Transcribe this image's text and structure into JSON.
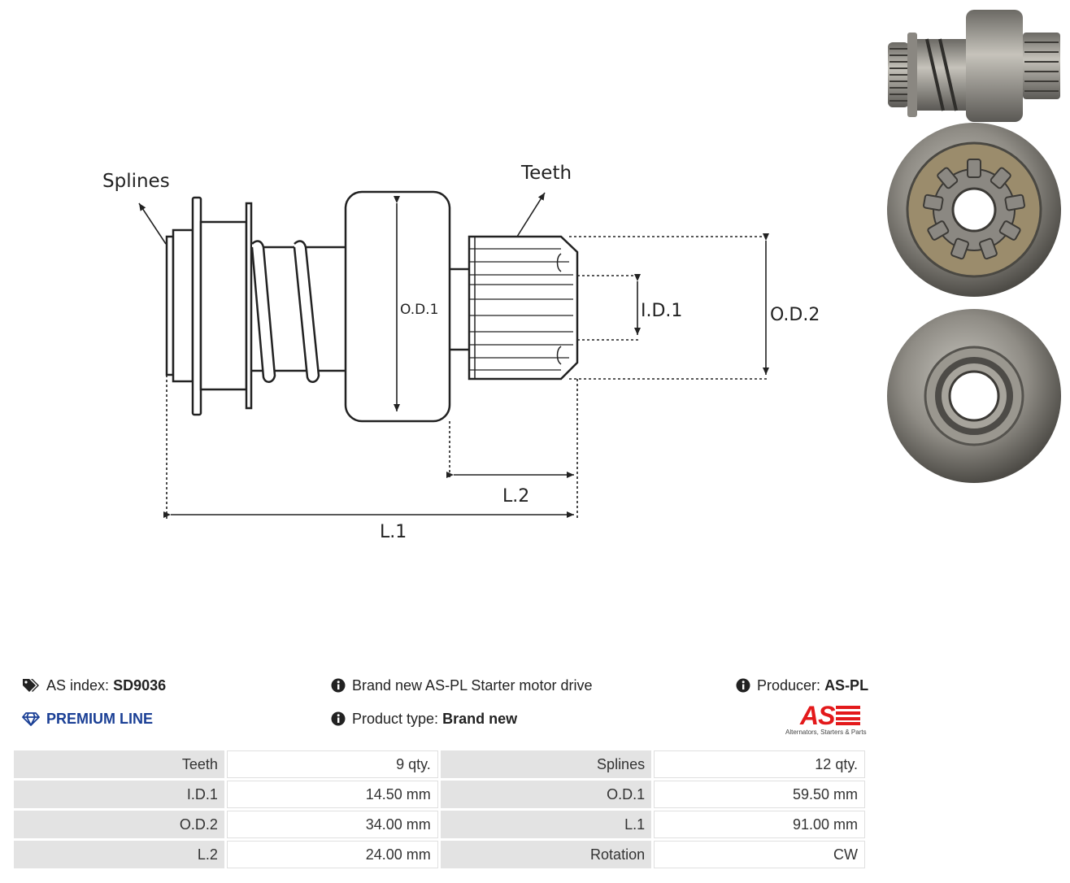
{
  "diagram": {
    "labels": {
      "splines": "Splines",
      "teeth": "Teeth",
      "od1": "O.D.1",
      "id1": "I.D.1",
      "od2": "O.D.2",
      "l1": "L.1",
      "l2": "L.2"
    }
  },
  "photos": [
    "side-view-photo",
    "front-view-photo",
    "rear-view-photo"
  ],
  "info": {
    "as_index_label": "AS index:",
    "as_index_value": "SD9036",
    "premium_line": "PREMIUM LINE",
    "description": "Brand new AS-PL Starter motor drive",
    "product_type_label": "Product type:",
    "product_type_value": "Brand new",
    "producer_label": "Producer:",
    "producer_value": "AS-PL"
  },
  "logo": {
    "mark": "AS",
    "tagline": "Alternators, Starters & Parts",
    "color": "#e3191b"
  },
  "spec_table": {
    "rows": [
      {
        "label1": "Teeth",
        "value1": "9 qty.",
        "label2": "Splines",
        "value2": "12 qty."
      },
      {
        "label1": "I.D.1",
        "value1": "14.50 mm",
        "label2": "O.D.1",
        "value2": "59.50 mm"
      },
      {
        "label1": "O.D.2",
        "value1": "34.00 mm",
        "label2": "L.1",
        "value2": "91.00 mm"
      },
      {
        "label1": "L.2",
        "value1": "24.00 mm",
        "label2": "Rotation",
        "value2": "CW"
      }
    ]
  },
  "colors": {
    "premium": "#1a3f95",
    "table_label_bg": "#e3e3e3"
  }
}
